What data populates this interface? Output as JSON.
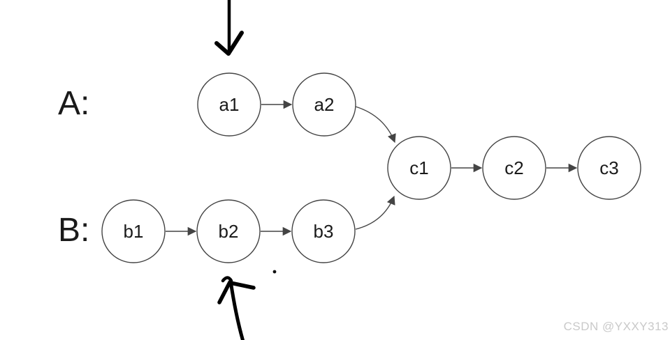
{
  "labels": {
    "list_a": "A:",
    "list_b": "B:"
  },
  "nodes": {
    "a1": "a1",
    "a2": "a2",
    "b1": "b1",
    "b2": "b2",
    "b3": "b3",
    "c1": "c1",
    "c2": "c2",
    "c3": "c3"
  },
  "structure": {
    "type": "linked-list-intersection-diagram",
    "list_a": [
      "a1",
      "a2",
      "c1",
      "c2",
      "c3"
    ],
    "list_b": [
      "b1",
      "b2",
      "b3",
      "c1",
      "c2",
      "c3"
    ],
    "intersection_node": "c1",
    "edges": [
      [
        "a1",
        "a2"
      ],
      [
        "a2",
        "c1"
      ],
      [
        "b1",
        "b2"
      ],
      [
        "b2",
        "b3"
      ],
      [
        "b3",
        "c1"
      ],
      [
        "c1",
        "c2"
      ],
      [
        "c2",
        "c3"
      ]
    ]
  },
  "watermark": {
    "text": "CSDN @YXXY313"
  },
  "colors": {
    "stroke": "#444444",
    "text": "#1a1a1a",
    "ink": "#000000",
    "watermark": "#c9c9c9",
    "node-fill": "#ffffff",
    "bg": "#ffffff"
  }
}
